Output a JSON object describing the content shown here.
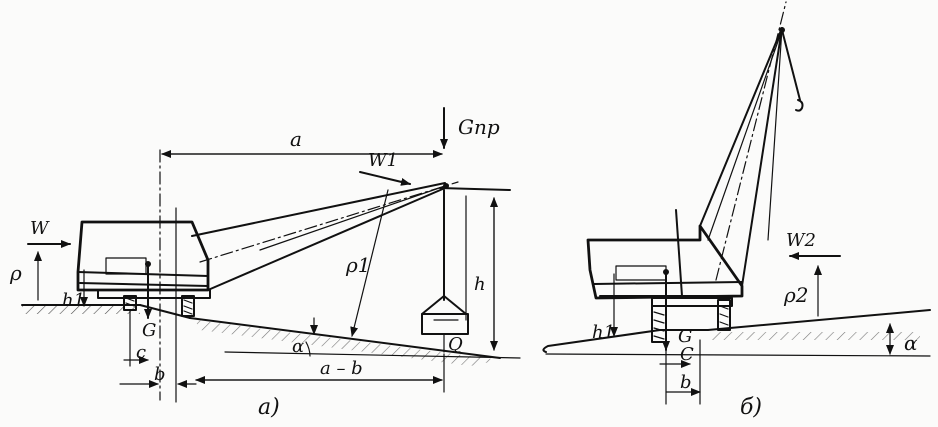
{
  "diagram_a": {
    "caption": "а)",
    "labels": {
      "force_top": "Gпр",
      "span_a": "a",
      "wind_boom": "W1",
      "rho1": "ρ1",
      "h": "h",
      "wind_base": "W",
      "rho": "ρ",
      "h1": "h1",
      "G": "G",
      "c": "c",
      "b": "b",
      "alpha": "α",
      "a_minus_b": "a – b",
      "load": "Q"
    }
  },
  "diagram_b": {
    "caption": "б)",
    "labels": {
      "wind": "W2",
      "rho2": "ρ2",
      "h1": "h1",
      "G": "G",
      "c": "C",
      "b": "b",
      "alpha": "α"
    }
  }
}
